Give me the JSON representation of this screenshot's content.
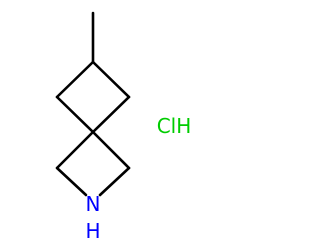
{
  "molecule": {
    "atoms": {
      "nitrogen": "N",
      "hydrogen": "H"
    },
    "salt": "ClH"
  },
  "colors": {
    "bond": "#000000",
    "nitrogen": "#0000ff",
    "salt": "#00cc00"
  }
}
